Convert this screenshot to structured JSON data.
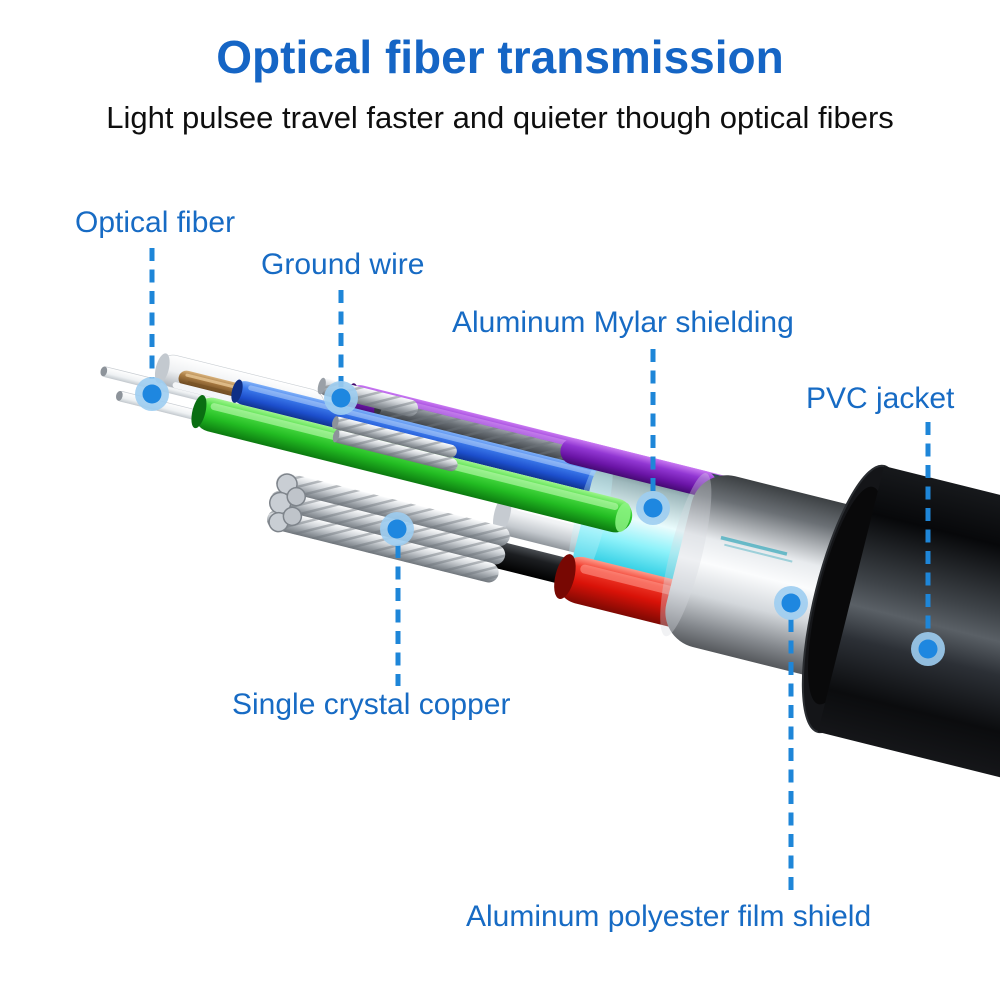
{
  "header": {
    "title": "Optical fiber transmission",
    "subtitle": "Light pulsee travel faster and quieter though optical fibers"
  },
  "diagram": {
    "labels": [
      {
        "id": "optical-fiber",
        "text": "Optical fiber"
      },
      {
        "id": "ground-wire",
        "text": "Ground wire"
      },
      {
        "id": "aluminum-mylar-shielding",
        "text": "Aluminum Mylar shielding"
      },
      {
        "id": "pvc-jacket",
        "text": "PVC jacket"
      },
      {
        "id": "single-crystal-copper",
        "text": "Single crystal copper"
      },
      {
        "id": "aluminum-polyester-film-shield",
        "text": "Aluminum polyester film shield"
      }
    ],
    "colors": {
      "title_blue": "#1565c5",
      "label_blue": "#176bc4",
      "leader_dash_blue": "#1e86d8",
      "marker_inner_blue": "#1e87e0",
      "marker_halo_blue": "#9dcdf1",
      "wire_purple": "#7c1fb8",
      "wire_blue": "#1c4ecc",
      "wire_orange": "#eb9a46",
      "wire_green": "#22bb22",
      "wire_cyan_mylar": "#27cbe2",
      "wire_red": "#d91208",
      "wire_white": "#f0f2f4",
      "strand_silver": "#d2d6da",
      "pvc_jacket_black": "#141518"
    }
  }
}
